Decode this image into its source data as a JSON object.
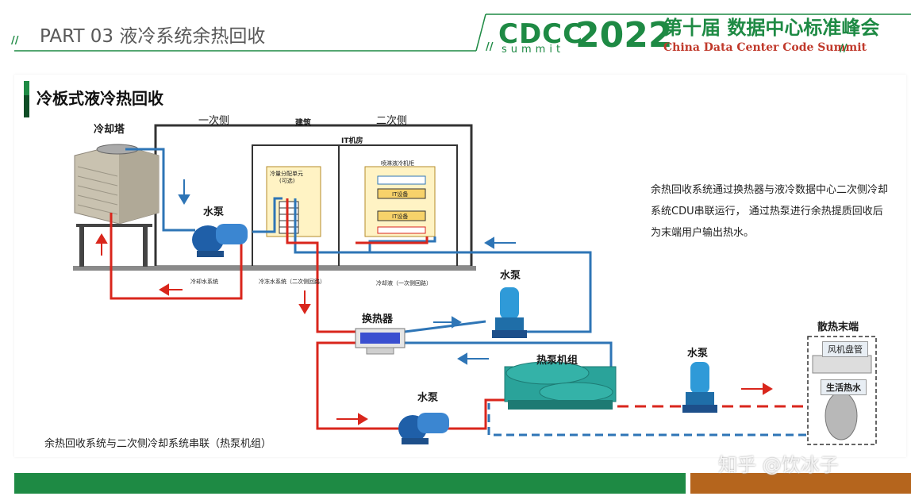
{
  "header": {
    "part_title": "PART 03    液冷系统余热回收",
    "brand_cdcc": "CDCC",
    "brand_summit": "summit",
    "brand_year": "2022",
    "brand_cn": "第十届 数据中心标准峰会",
    "brand_en": "China Data Center Code Summit",
    "tick": "//"
  },
  "section": {
    "title": "冷板式液冷热回收"
  },
  "diagram": {
    "cooling_tower": "冷却塔",
    "primary_side": "一次侧",
    "building": "建筑",
    "secondary_side": "二次侧",
    "it_room": "IT机房",
    "cdu": "冷量分配单元",
    "cdu_sub": "(可选)",
    "rack": "喷淋液冷机柜",
    "it_device_1": "IT设备",
    "it_device_2": "IT设备",
    "pump_1": "水泵",
    "pump_2": "水泵",
    "pump_3": "水泵",
    "pump_4": "水泵",
    "loop_cooling_water": "冷却水系统",
    "loop_chilled_water": "冷冻水系统（二次侧回路）",
    "loop_coolant": "冷却液（一次侧回路）",
    "heat_exchanger": "换热器",
    "heat_pump": "热泵机组",
    "terminal": "散热末端",
    "fan_coil": "风机盘管",
    "hot_water": "生活热水"
  },
  "description": "余热回收系统通过换热器与液冷数据中心二次侧冷却系统CDU串联运行， 通过热泵进行余热提质回收后为末端用户输出热水。",
  "caption": "余热回收系统与二次侧冷却系统串联（热泵机组）",
  "watermark": "知乎 @饮冰子",
  "colors": {
    "brand_green": "#1e8a44",
    "hot_pipe": "#d9261c",
    "cold_pipe": "#2e75b6",
    "footer_brown": "#b5651d"
  }
}
